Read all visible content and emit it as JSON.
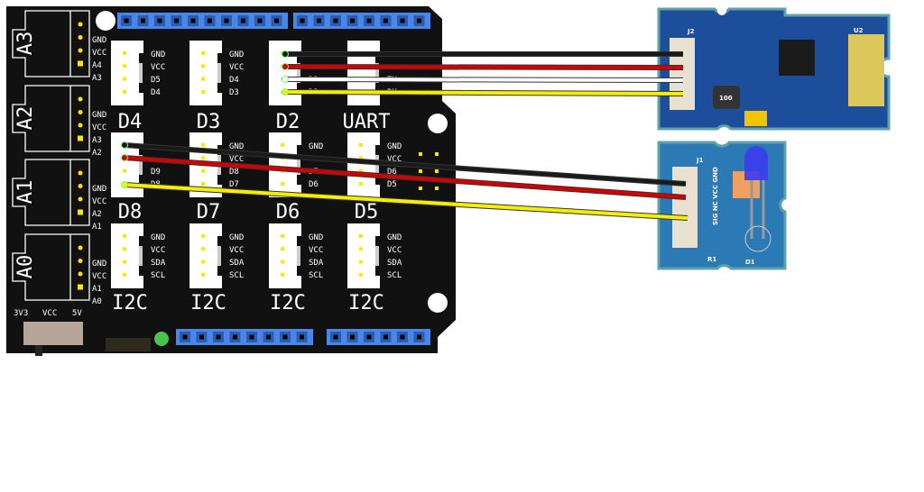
{
  "base_shield": {
    "analog_ports": [
      {
        "name": "A3",
        "pins": [
          "GND",
          "VCC",
          "A4",
          "A3"
        ]
      },
      {
        "name": "A2",
        "pins": [
          "GND",
          "VCC",
          "A3",
          "A2"
        ]
      },
      {
        "name": "A1",
        "pins": [
          "GND",
          "VCC",
          "A2",
          "A1"
        ]
      },
      {
        "name": "A0",
        "pins": [
          "GND",
          "VCC",
          "A1",
          "A0"
        ]
      }
    ],
    "grove_rows": [
      [
        {
          "name": "D4",
          "pins": [
            "GND",
            "VCC",
            "D5",
            "D4"
          ]
        },
        {
          "name": "D3",
          "pins": [
            "GND",
            "VCC",
            "D4",
            "D3"
          ]
        },
        {
          "name": "D2",
          "pins": [
            "",
            "",
            "D3",
            "D2"
          ]
        },
        {
          "name": "UART",
          "pins": [
            "",
            "",
            "TX",
            "RX"
          ]
        }
      ],
      [
        {
          "name": "D8",
          "pins": [
            "",
            "",
            "D9",
            "D8"
          ]
        },
        {
          "name": "D7",
          "pins": [
            "GND",
            "VCC",
            "D8",
            "D7"
          ]
        },
        {
          "name": "D6",
          "pins": [
            "GND",
            "",
            "D7",
            "D6"
          ]
        },
        {
          "name": "D5",
          "pins": [
            "GND",
            "VCC",
            "D6",
            "D5"
          ]
        }
      ],
      [
        {
          "name": "I2C",
          "pins": [
            "GND",
            "VCC",
            "SDA",
            "SCL"
          ]
        },
        {
          "name": "I2C",
          "pins": [
            "GND",
            "VCC",
            "SDA",
            "SCL"
          ]
        },
        {
          "name": "I2C",
          "pins": [
            "GND",
            "VCC",
            "SDA",
            "SCL"
          ]
        },
        {
          "name": "I2C",
          "pins": [
            "GND",
            "VCC",
            "SDA",
            "SCL"
          ]
        }
      ]
    ],
    "power_switch_labels": [
      "3V3",
      "VCC",
      "5V"
    ],
    "colors": {
      "board": "#111111",
      "header": "#4a86e8",
      "pin": "#ffe600",
      "power_led": "#4cc152",
      "switch": "#b8a59a"
    }
  },
  "bluetooth_module": {
    "connector": "J2",
    "chip": "U2",
    "inductor": "100",
    "color": "#1d4e9c"
  },
  "led_module": {
    "connector": "J1",
    "pins_label": "SIG NC VCC GND",
    "resistor": "R1",
    "led": "D1",
    "led_color": "#3b3bf0",
    "color": "#2b79b5"
  },
  "wires": [
    {
      "from": "D2",
      "to": "J2",
      "colors": [
        "#1a1a1a",
        "#d40000",
        "#ffffff",
        "#f5ee00"
      ]
    },
    {
      "from": "D8",
      "to": "J1",
      "colors": [
        "#1a1a1a",
        "#d40000",
        "#f5ee00"
      ]
    }
  ]
}
